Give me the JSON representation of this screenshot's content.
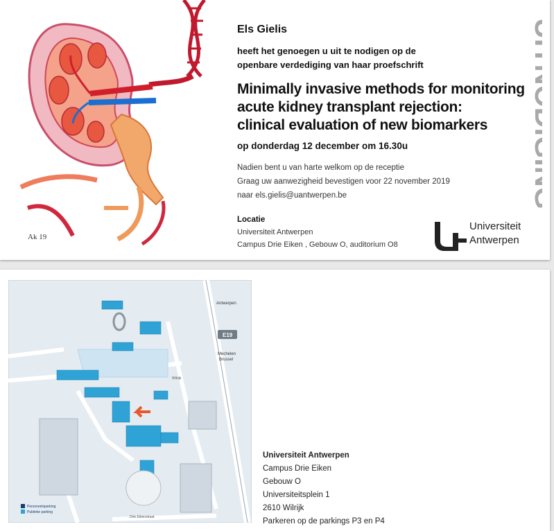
{
  "invitation": {
    "name": "Els Gielis",
    "intro_line1": "heeft het genoegen u uit te nodigen op de",
    "intro_line2": "openbare verdediging van haar proefschrift",
    "title_line1": "Minimally invasive methods for monitoring",
    "title_line2": "acute kidney transplant rejection:",
    "title_line3": "clinical evaluation of new biomarkers",
    "date": "op donderdag 12 december om 16.30u",
    "reception_line1": "Nadien bent u van harte welkom op de receptie",
    "reception_line2": "Graag uw aanwezigheid bevestigen voor 22 november 2019",
    "reception_line3": "naar els.gielis@uantwerpen.be",
    "location_heading": "Locatie",
    "location_line1": "Universiteit Antwerpen",
    "location_line2": "Campus Drie Eiken , Gebouw O, auditorium O8",
    "vertical_label": "UITNODIGING",
    "logo_line1": "Universiteit",
    "logo_line2": "Antwerpen",
    "colors": {
      "accent_grey": "#a9a9a9",
      "text": "#111111"
    }
  },
  "map": {
    "labels": {
      "antwerpen": "Antwerpen",
      "highway": "E19",
      "mechelen": "Mechelen",
      "brussel": "Brussel",
      "wilrijk": "Wilrijk",
      "legend_staff": "Personeelsparking",
      "legend_public": "Publieke parking",
      "street_bottom": "Drie Eikenstraat"
    }
  },
  "address": {
    "heading": "Universiteit Antwerpen",
    "line1": "Campus Drie Eiken",
    "line2": "Gebouw O",
    "line3": "Universiteitsplein 1",
    "line4": "2610 Wilrijk",
    "line5": "Parkeren op de parkings P3 en P4"
  }
}
